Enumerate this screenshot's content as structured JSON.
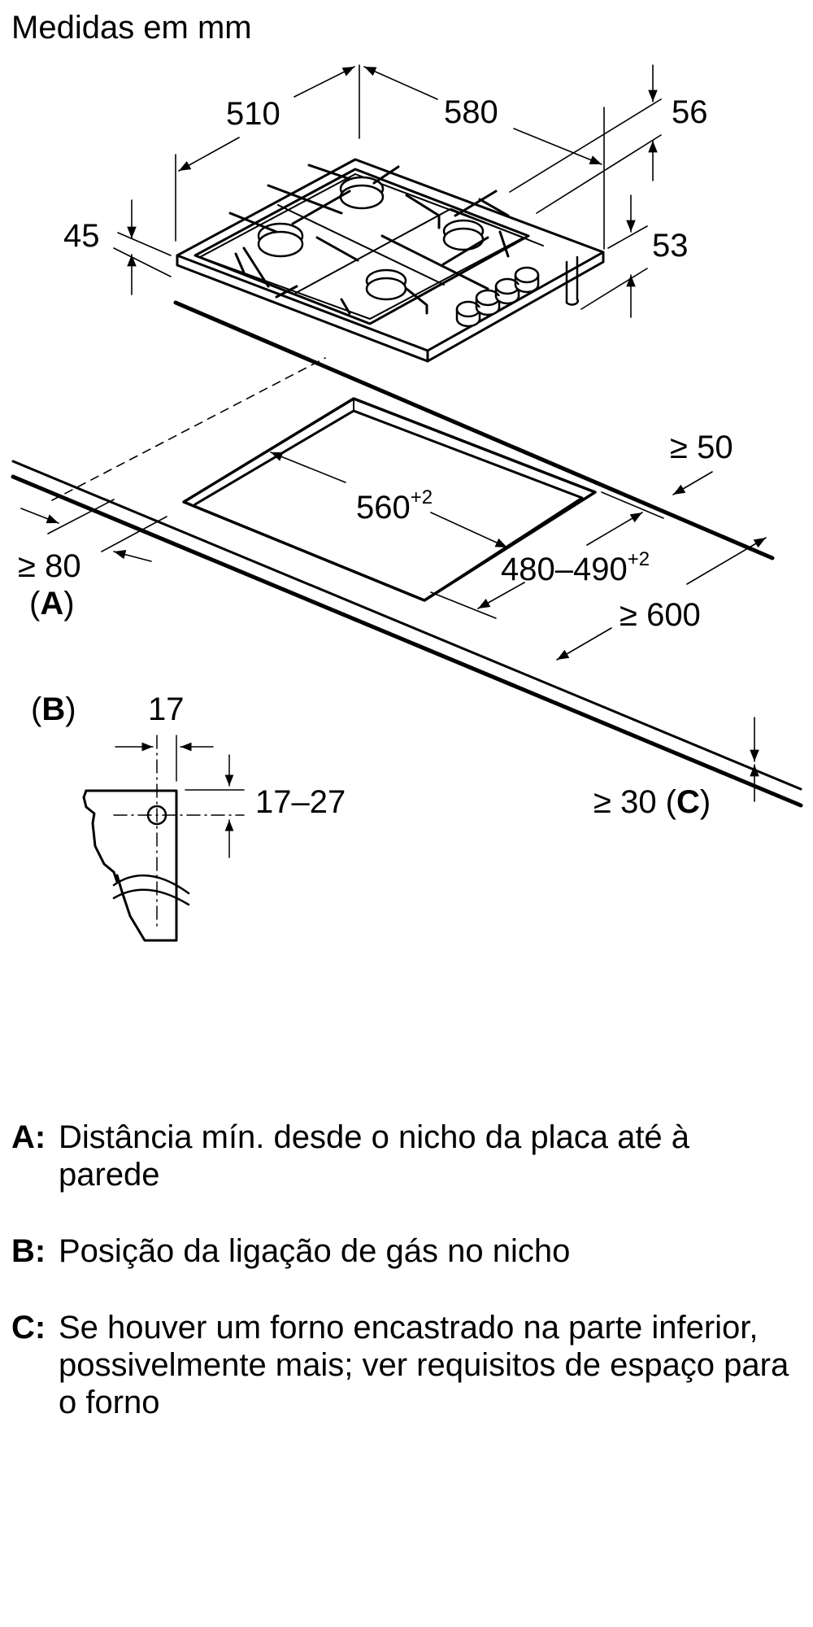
{
  "title": "Medidas em mm",
  "dimensions": {
    "width_top": "510",
    "depth_top": "580",
    "height_front": "45",
    "height_56": "56",
    "height_53": "53",
    "cutout_width_value": "560",
    "cutout_width_tolerance": "+2",
    "cutout_depth_value": "480–490",
    "cutout_depth_tolerance": "+2",
    "wall_back": "≥ 50",
    "wall_side": "≥ 80",
    "wall_side_ref": "A",
    "counter_depth": "≥ 600",
    "counter_thickness": "≥ 30",
    "counter_thickness_ref": "C",
    "gas_ref": "B",
    "gas_horizontal": "17",
    "gas_vertical": "17–27"
  },
  "legend": [
    {
      "key": "A:",
      "text": "Distância mín. desde o nicho da placa até à parede"
    },
    {
      "key": "B:",
      "text": "Posição da ligação de gás no nicho"
    },
    {
      "key": "C:",
      "text": "Se houver um forno encastrado na parte inferior, possivelmente mais; ver requisitos de espaço para o forno"
    }
  ],
  "colors": {
    "line": "#000000",
    "background": "#ffffff"
  }
}
